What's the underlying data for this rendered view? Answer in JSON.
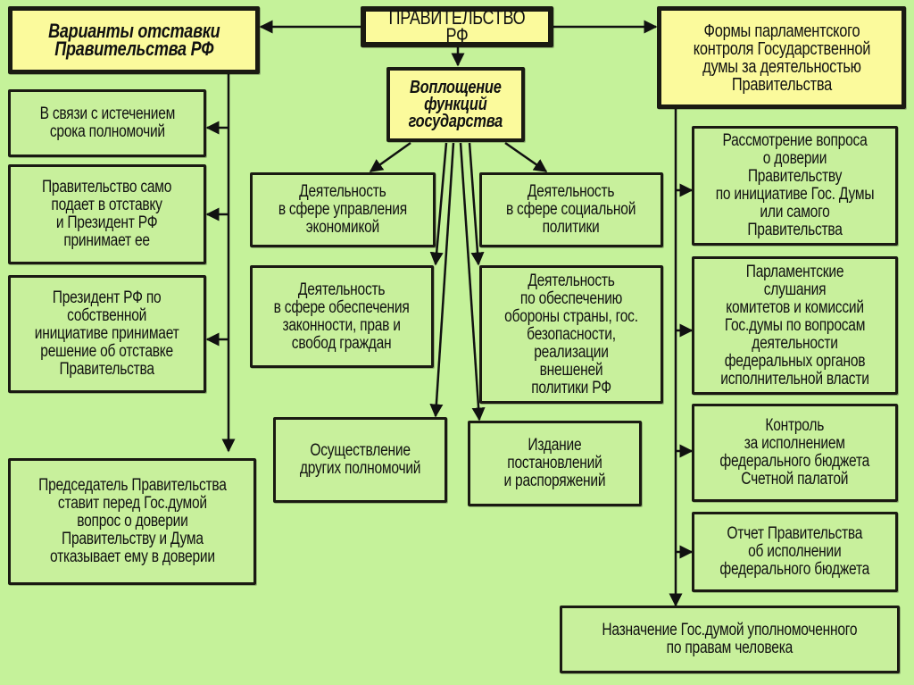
{
  "colors": {
    "background": "#c5f29a",
    "box_green": "#c8f09c",
    "box_yellow": "#fbfa9c",
    "border": "#1a1a12"
  },
  "center": {
    "title": "ПРАВИТЕЛЬСТВО РФ",
    "functions_title": "Воплощение\nфункций\nгосударства",
    "functions": [
      "Деятельность\nв сфере управления\nэкономикой",
      "Деятельность\nв сфере социальной\nполитики",
      "Деятельность\nв сфере обеспечения\nзаконности, прав и\nсвобод граждан",
      "Деятельность\nпо обеспечению\nобороны страны, гос.\nбезопасности,\nреализации внешеней\nполитики РФ",
      "Осуществление\nдругих полномочий",
      "Издание\nпостановлений\nи распоряжений"
    ]
  },
  "left": {
    "title": "Варианты отставки\nПравительства РФ",
    "items": [
      "В связи с истечением\nсрока полномочий",
      "Правительство само\nподает в отставку\nи Президент РФ\nпринимает ее",
      "Президент РФ по\nсобственной\nинициативе принимает\nрешение об отставке\nПравительства",
      "Председатель Правительства\nставит перед Гос.думой\nвопрос о доверии\nПравительству и Дума\nотказывает ему в доверии"
    ]
  },
  "right": {
    "title": "Формы парламентского\nконтроля Государственной\nдумы за деятельностью\nПравительства",
    "items": [
      "Рассмотрение вопроса\nо доверии Правительству\nпо инициативе Гос. Думы\nили самого\nПравительства",
      "Парламентские слушания\nкомитетов и комиссий\nГос.думы по вопросам\nдеятельности\nфедеральных органов\nисполнительной власти",
      "Контроль\nза исполнением\nфедерального бюджета\nСчетной палатой",
      "Отчет Правительства\nоб исполнении\nфедерального бюджета",
      "Назначение Гос.думой уполномоченного\nпо правам человека"
    ]
  }
}
